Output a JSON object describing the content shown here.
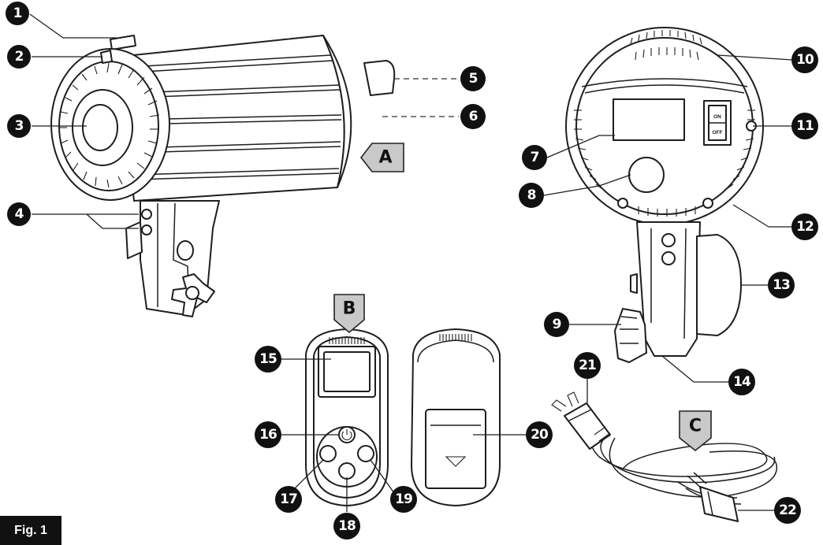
{
  "figure_label": "Fig. 1",
  "section_tags": {
    "a": "A",
    "b": "B",
    "c": "C"
  },
  "switch_labels": {
    "on": "ON",
    "off": "OFF"
  },
  "callouts": {
    "c1": "1",
    "c2": "2",
    "c3": "3",
    "c4": "4",
    "c5": "5",
    "c6": "6",
    "c7": "7",
    "c8": "8",
    "c9": "9",
    "c10": "10",
    "c11": "11",
    "c12": "12",
    "c13": "13",
    "c14": "14",
    "c15": "15",
    "c16": "16",
    "c17": "17",
    "c18": "18",
    "c19": "19",
    "c20": "20",
    "c21": "21",
    "c22": "22"
  },
  "icons": {
    "power": "power-icon"
  }
}
